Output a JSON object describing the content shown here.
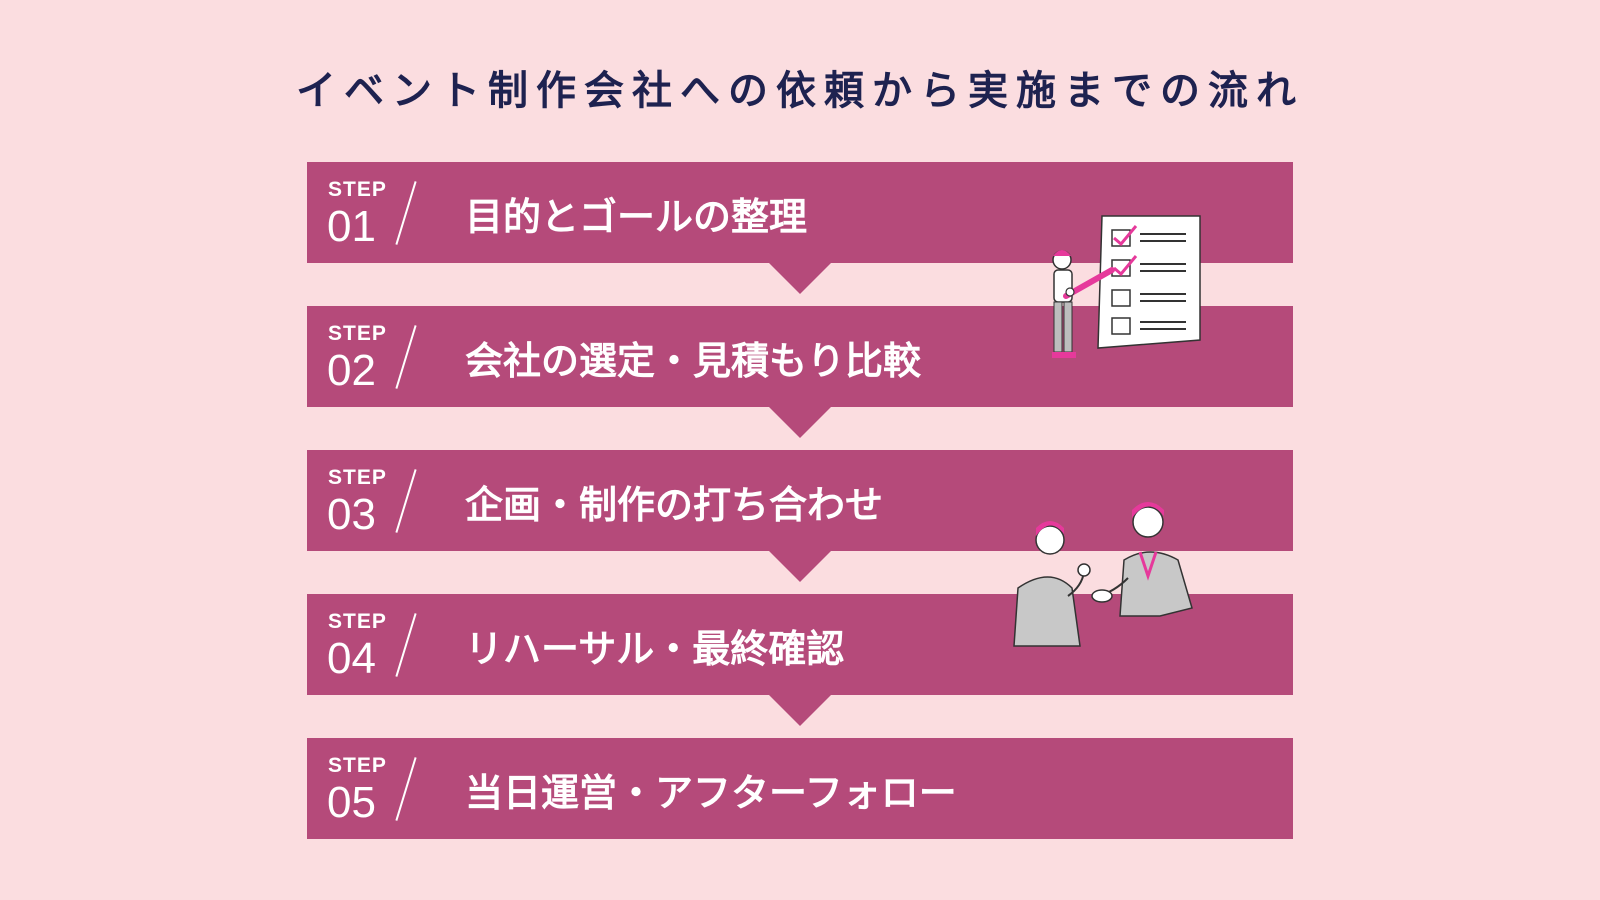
{
  "title": "イベント制作会社への依頼から実施までの流れ",
  "colors": {
    "background": "#fbdde0",
    "step_band": "#b54a7a",
    "title_text": "#1e2250",
    "accent_magenta": "#e6399b"
  },
  "steps": [
    {
      "word": "STEP",
      "number": "01",
      "label": "目的とゴールの整理"
    },
    {
      "word": "STEP",
      "number": "02",
      "label": "会社の選定・見積もり比較"
    },
    {
      "word": "STEP",
      "number": "03",
      "label": "企画・制作の打ち合わせ"
    },
    {
      "word": "STEP",
      "number": "04",
      "label": "リハーサル・最終確認"
    },
    {
      "word": "STEP",
      "number": "05",
      "label": "当日運営・アフターフォロー"
    }
  ],
  "illustrations": [
    {
      "name": "checklist-person-illustration"
    },
    {
      "name": "handshake-meeting-illustration"
    }
  ]
}
